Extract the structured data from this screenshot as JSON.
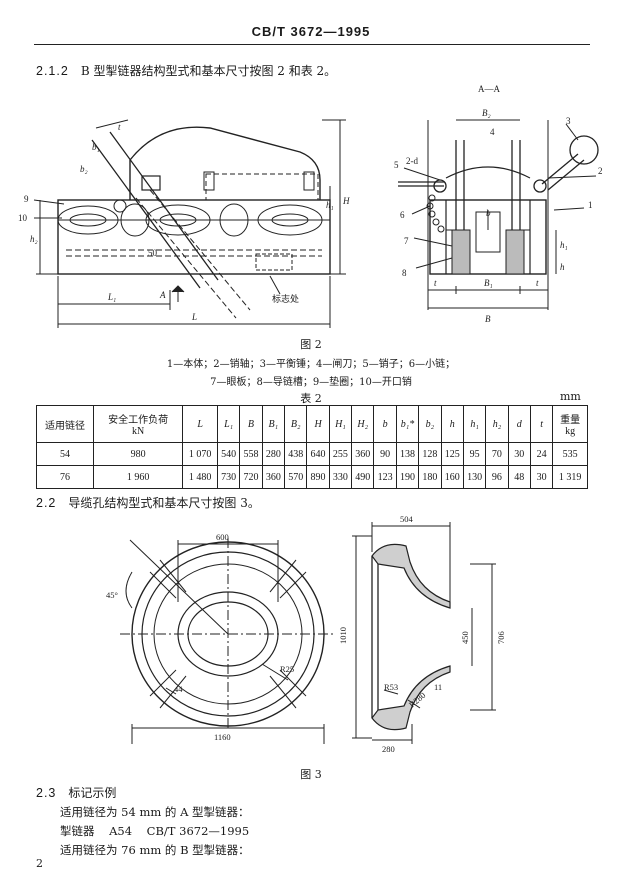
{
  "header": {
    "standard_code": "CB/T 3672—1995"
  },
  "section_2_1_2": {
    "number": "2.1.2",
    "text": "B 型掣链器结构型式和基本尺寸按图 2 和表 2。"
  },
  "figure2": {
    "section_label": "A—A",
    "caption": "图 2",
    "legend_line1": "1—本体；2—销轴；3—平衡锤；4—闸刀；5—销子；6—小链；",
    "legend_line2": "7—眼板；8—导链槽；9—垫圈；10—开口销",
    "mark_label": "标志处",
    "view_letter": "A",
    "dim_labels": [
      "L",
      "L₁",
      "H",
      "H₁",
      "H₂",
      "h",
      "h₁",
      "h₂",
      "B",
      "B₁",
      "B₂",
      "b",
      "b₁",
      "b₂",
      "t",
      "d",
      "2-d",
      "50"
    ],
    "part_numbers": [
      "1",
      "2",
      "3",
      "4",
      "5",
      "6",
      "7",
      "8",
      "9",
      "10"
    ]
  },
  "table2": {
    "title": "表 2",
    "unit": "mm",
    "headers": [
      "适用链径",
      "安全工作负荷|kN",
      "L",
      "L₁",
      "B",
      "B₁",
      "B₂",
      "H",
      "H₁",
      "H₂",
      "b",
      "b₁*",
      "b₂",
      "h",
      "h₁",
      "h₂",
      "d",
      "t",
      "重量|kg"
    ],
    "rows": [
      [
        "54",
        "980",
        "1 070",
        "540",
        "558",
        "280",
        "438",
        "640",
        "255",
        "360",
        "90",
        "138",
        "128",
        "125",
        "95",
        "70",
        "30",
        "24",
        "535"
      ],
      [
        "76",
        "1 960",
        "1 480",
        "730",
        "720",
        "360",
        "570",
        "890",
        "330",
        "490",
        "123",
        "190",
        "180",
        "160",
        "130",
        "96",
        "48",
        "30",
        "1 319"
      ]
    ]
  },
  "section_2_2": {
    "number": "2.2",
    "text": "导缆孔结构型式和基本尺寸按图 3。"
  },
  "figure3": {
    "caption": "图 3",
    "dims": {
      "d600": "600",
      "d45": "45°",
      "d1160": "1160",
      "d44": "44",
      "r25": "R25",
      "d504": "504",
      "d1010": "1010",
      "d706": "706",
      "d450": "450",
      "r53": "R53",
      "r280": "R280",
      "d11": "11",
      "d280": "280"
    }
  },
  "section_2_3": {
    "number": "2.3",
    "title": "标记示例",
    "line1": "适用链径为 54 mm 的 A 型掣链器：",
    "line2": "掣链器    A54    CB/T 3672—1995",
    "line3": "适用链径为 76 mm 的 B 型掣链器："
  },
  "page_number": "2"
}
